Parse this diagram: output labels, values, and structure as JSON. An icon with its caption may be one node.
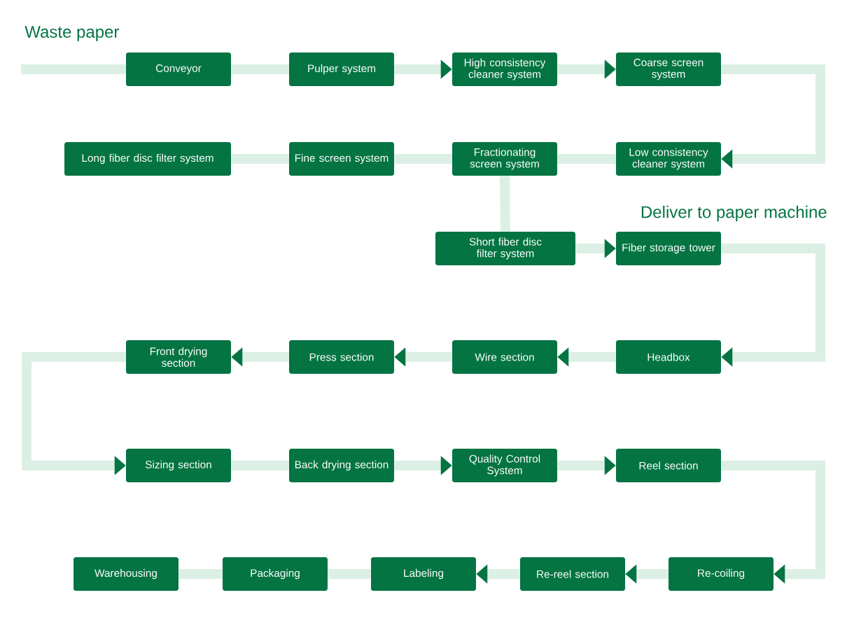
{
  "diagram": {
    "nodes": [
      {
        "text": [
          "Conveyor"
        ]
      },
      {
        "text": [
          "Pulper system"
        ]
      },
      {
        "text": [
          "High consistency cleaner system"
        ]
      },
      {
        "text": [
          "Coarse screen system"
        ]
      },
      {
        "text": [
          "Low consistency cleaner system"
        ]
      },
      {
        "text": [
          "Fractionating screen system"
        ]
      },
      {
        "text": [
          "Fine screen system"
        ]
      },
      {
        "text": [
          "Long fiber disc filter system"
        ]
      },
      {
        "text": [
          "Short fiber disc filter system"
        ]
      },
      {
        "text": [
          "Fiber storage tower"
        ]
      },
      {
        "text": [
          "Headbox"
        ]
      },
      {
        "text": [
          "Wire section"
        ]
      },
      {
        "text": [
          "Press section"
        ]
      },
      {
        "text": [
          "Front drying section"
        ]
      },
      {
        "text": [
          "Sizing section"
        ]
      },
      {
        "text": [
          "Back drying section"
        ]
      },
      {
        "text": [
          "Quality Control System"
        ]
      },
      {
        "text": [
          "Reel section"
        ]
      },
      {
        "text": [
          "Re-coiling"
        ]
      },
      {
        "text": [
          "Re-reel section"
        ]
      },
      {
        "text": [
          "Labeling"
        ]
      },
      {
        "text": [
          "Packaging"
        ]
      },
      {
        "text": [
          "Warehousing"
        ]
      }
    ],
    "edges": [
      {
        "from": null,
        "to": 0,
        "arrow": "none"
      },
      {
        "from": 0,
        "to": 1,
        "arrow": "none"
      },
      {
        "from": 1,
        "to": 2,
        "arrow": "to"
      },
      {
        "from": 2,
        "to": 3,
        "arrow": "to"
      },
      {
        "from": 3,
        "to": 4,
        "arrow": "to"
      },
      {
        "from": 4,
        "to": 5,
        "arrow": "none"
      },
      {
        "from": 5,
        "to": 6,
        "arrow": "none"
      },
      {
        "from": 6,
        "to": 7,
        "arrow": "none"
      },
      {
        "from": 5,
        "to": 8,
        "arrow": "none"
      },
      {
        "from": 8,
        "to": 9,
        "arrow": "to"
      },
      {
        "from": 9,
        "to": 10,
        "arrow": "to"
      },
      {
        "from": 10,
        "to": 11,
        "arrow": "to"
      },
      {
        "from": 11,
        "to": 12,
        "arrow": "to"
      },
      {
        "from": 12,
        "to": 13,
        "arrow": "to"
      },
      {
        "from": 13,
        "to": 14,
        "arrow": "to"
      },
      {
        "from": 14,
        "to": 15,
        "arrow": "none"
      },
      {
        "from": 15,
        "to": 16,
        "arrow": "to"
      },
      {
        "from": 16,
        "to": 17,
        "arrow": "to"
      },
      {
        "from": 17,
        "to": 18,
        "arrow": "to"
      },
      {
        "from": 18,
        "to": 19,
        "arrow": "to"
      },
      {
        "from": 19,
        "to": 20,
        "arrow": "to"
      },
      {
        "from": 20,
        "to": 21,
        "arrow": "none"
      },
      {
        "from": 21,
        "to": 22,
        "arrow": "none"
      }
    ],
    "labels": [
      "Waste paper",
      "Deliver to paper machine"
    ]
  }
}
